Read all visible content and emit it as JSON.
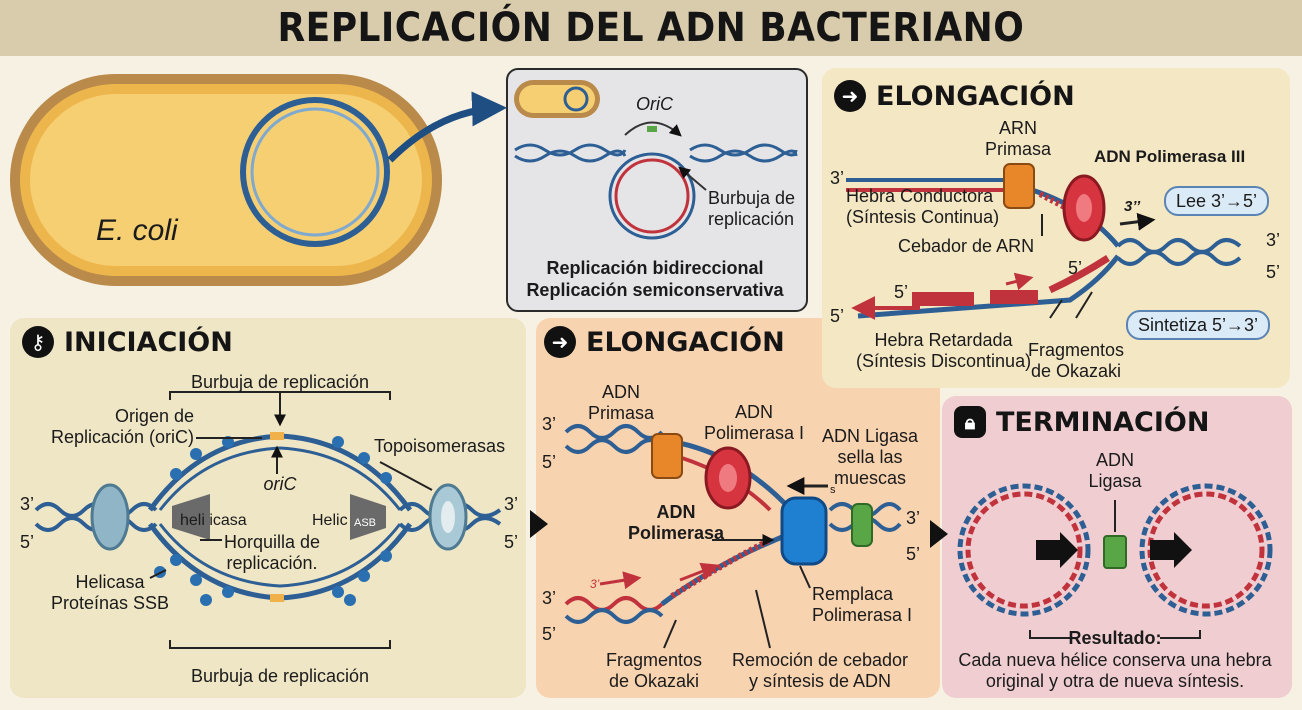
{
  "title": "REPLICACIÓN DEL ADN BACTERIANO",
  "colors": {
    "title_bg": "#d9ccac",
    "initiation_panel": "#efe6c6",
    "elongation_panel": "#f8d3b0",
    "termination_panel": "#efcdd0",
    "dna_blue": "#2d5f94",
    "dna_red": "#c0333d",
    "primase_orange": "#e8862a",
    "polymerase_red": "#d6343f",
    "polymerase_blue": "#1f7fd1",
    "ligase_green": "#58a645"
  },
  "cell": {
    "name": "E. coli"
  },
  "origin_box": {
    "oric": "OriC",
    "bubble": "Burbuja de\nreplicación",
    "caption_1": "Replicación bidireccional",
    "caption_2": "Replicación semiconservativa"
  },
  "initiation": {
    "header": "INICIACIÓN",
    "icon": "key-icon",
    "bubble_top": "Burbuja de replicación",
    "bubble_bottom": "Burbuja de replicación",
    "origin": "Origen de\nReplicación (oriC)",
    "oric": "oriC",
    "topo": "Topoisomerasas",
    "helicase_left": "heli icasa",
    "helicase_right": "Helic",
    "helicase_right_tag": "ASB",
    "fork": "Horquilla de\nreplicación.",
    "helicase_ssb": "Helicasa\nProteínas SSB",
    "three_prime": "3’",
    "five_prime": "5’"
  },
  "elongation_main": {
    "header": "ELONGACIÓN",
    "icon": "arrow-right-icon",
    "primase": "ADN\nPrimasa",
    "pol3": "ADN\nPolimerasa I",
    "ligase": "ADN Ligasa\nsella las\nmuescas",
    "polymerase": "ADN\nPolimerasa",
    "replaces": "Remplaca\nPolimerasa I",
    "okazaki": "Fragmentos\nde Okazaki",
    "primer_removal": "Remoción de cebador\ny síntesis de ADN",
    "three_prime": "3’",
    "five_prime": "5’",
    "small_three": "3’",
    "small_s": "s"
  },
  "elongation_detail": {
    "header": "ELONGACIÓN",
    "icon": "arrow-right-icon",
    "arn_primasa": "ARN\nPrimasa",
    "pol3": "ADN Polimerasa III",
    "leading": "Hebra Conductora\n(Síntesis Continua)",
    "primer": "Cebador de ARN",
    "reads": "Lee 3’→5’",
    "synth": "Sintetiza 5’→3’",
    "lagging": "Hebra Retardada\n(Síntesis Discontinua)",
    "okazaki": "Fragmentos\nde Okazaki",
    "three_prime": "3’",
    "five_prime": "5’",
    "three_quote": "3’’"
  },
  "termination": {
    "header": "TERMINACIÓN",
    "icon": "lock-icon",
    "ligase": "ADN\nLigasa",
    "result_title": "Resultado:",
    "result_text": "Cada nueva hélice conserva una hebra\noriginal y otra de nueva síntesis."
  }
}
